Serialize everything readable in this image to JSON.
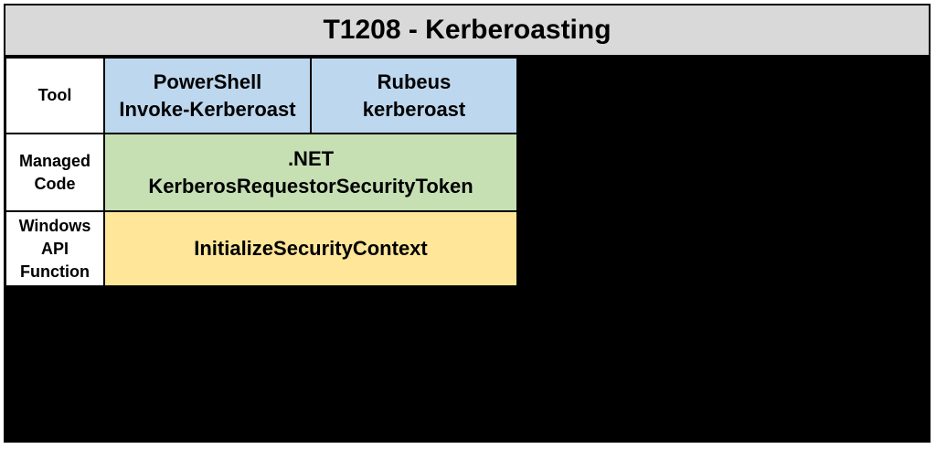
{
  "title": "T1208 - Kerberoasting",
  "rows": {
    "tool": {
      "label": "Tool",
      "cells": [
        {
          "line1": "PowerShell",
          "line2": "Invoke-Kerberoast"
        },
        {
          "line1": "Rubeus",
          "line2": "kerberoast"
        }
      ]
    },
    "managed_code": {
      "label_line1": "Managed",
      "label_line2": "Code",
      "line1": ".NET",
      "line2": "KerberosRequestorSecurityToken"
    },
    "windows_api": {
      "label_line1": "Windows",
      "label_line2": "API",
      "label_line3": "Function",
      "line1": "InitializeSecurityContext"
    }
  },
  "colors": {
    "title_bg": "#d9d9d9",
    "tool_bg": "#bdd7ee",
    "managed_code_bg": "#c6e0b4",
    "windows_api_bg": "#ffe699",
    "frame_bg": "#000000"
  }
}
